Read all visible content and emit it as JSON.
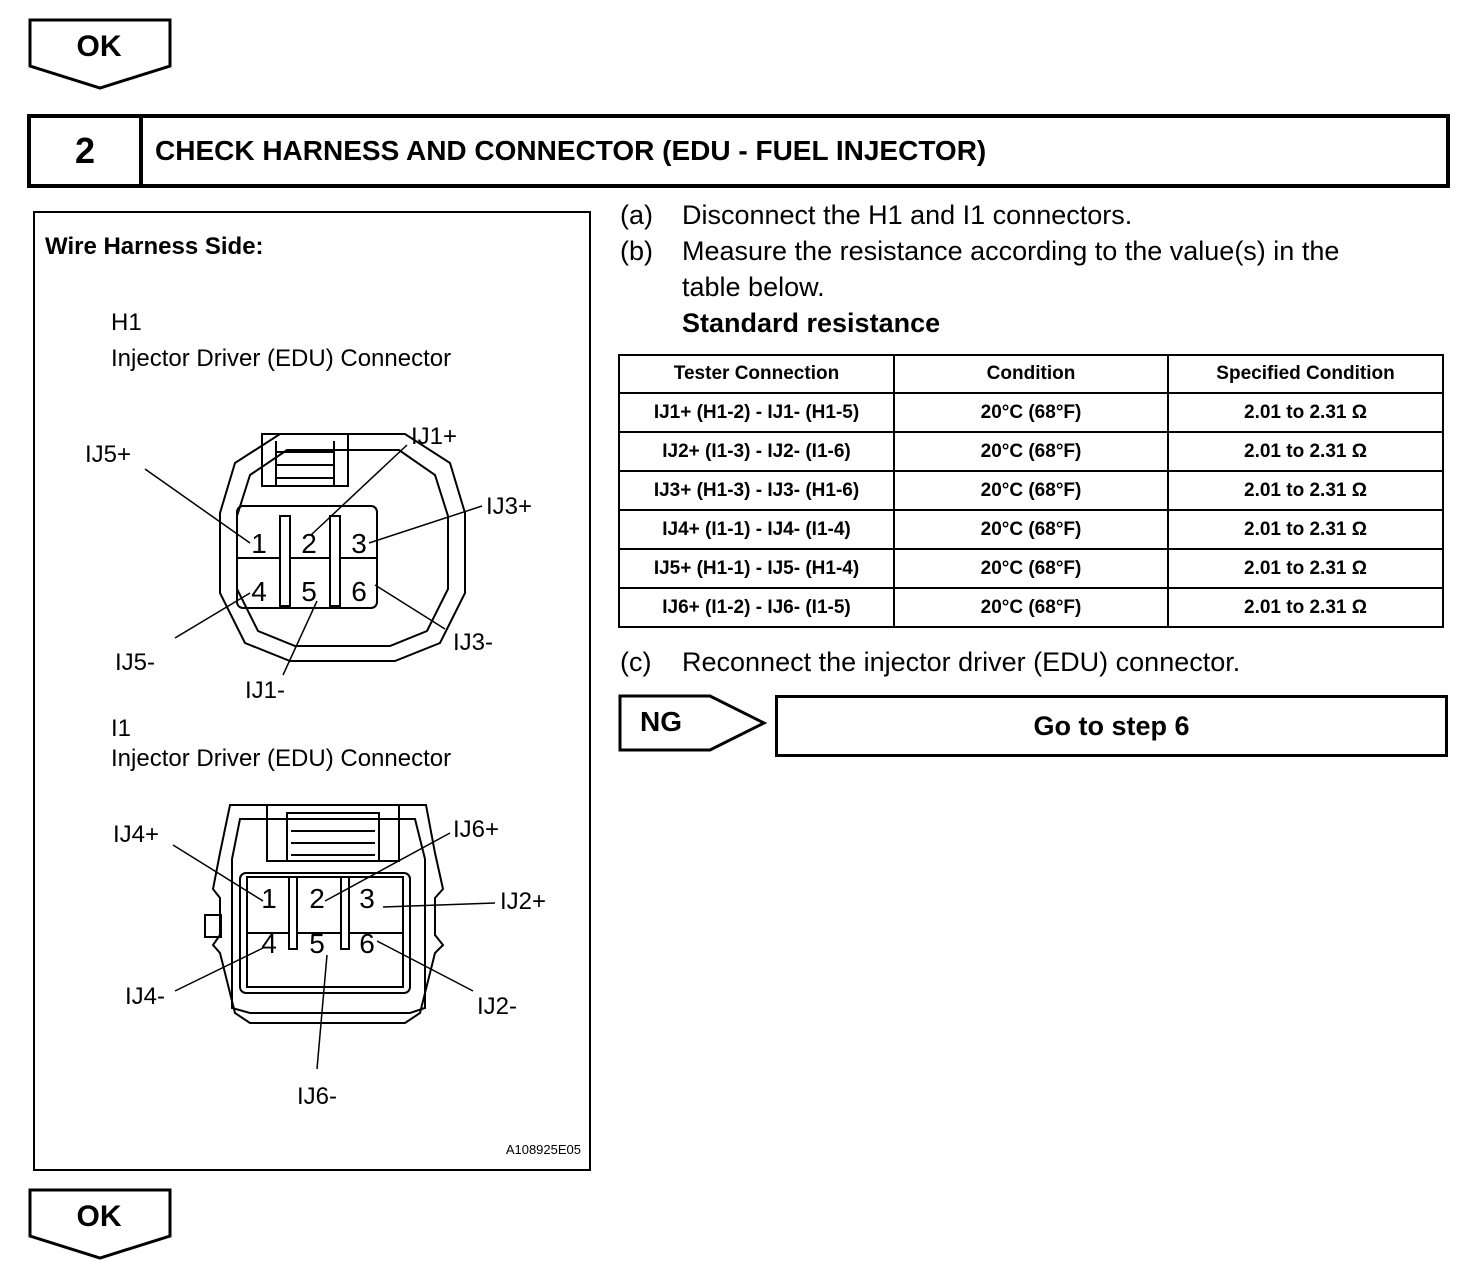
{
  "top_badge": {
    "label": "OK"
  },
  "bottom_badge": {
    "label": "OK"
  },
  "step": {
    "number": "2",
    "title": "CHECK HARNESS AND CONNECTOR (EDU - FUEL INJECTOR)"
  },
  "figure": {
    "heading": "Wire  Harness Side:",
    "connector_h1": {
      "id": "H1",
      "name": "Injector Driver (EDU) Connector",
      "pins": [
        "1",
        "2",
        "3",
        "4",
        "5",
        "6"
      ],
      "callouts": [
        "IJ5+",
        "IJ1+",
        "IJ3+",
        "IJ5-",
        "IJ1-",
        "IJ3-"
      ]
    },
    "connector_i1": {
      "id": "I1",
      "name": "Injector Driver (EDU) Connector",
      "pins": [
        "1",
        "2",
        "3",
        "4",
        "5",
        "6"
      ],
      "callouts": [
        "IJ4+",
        "IJ6+",
        "IJ2+",
        "IJ4-",
        "IJ2-",
        "IJ6-"
      ]
    },
    "code": "A108925E05"
  },
  "instructions": {
    "a": {
      "letter": "(a)",
      "text": "Disconnect the H1 and I1 connectors."
    },
    "b": {
      "letter": "(b)",
      "text_line1": "Measure the resistance according to the value(s) in the",
      "text_line2": "table below.",
      "subheading": "Standard resistance"
    },
    "c": {
      "letter": "(c)",
      "text": "Reconnect the injector driver (EDU) connector."
    }
  },
  "table": {
    "headers": [
      "Tester Connection",
      "Condition",
      "Specified Condition"
    ],
    "rows": [
      [
        "IJ1+ (H1-2) - IJ1- (H1-5)",
        "20°C (68°F)",
        "2.01 to 2.31 Ω"
      ],
      [
        "IJ2+ (I1-3) - IJ2- (I1-6)",
        "20°C (68°F)",
        "2.01 to 2.31 Ω"
      ],
      [
        "IJ3+ (H1-3) - IJ3- (H1-6)",
        "20°C (68°F)",
        "2.01 to 2.31 Ω"
      ],
      [
        "IJ4+ (I1-1) - IJ4- (I1-4)",
        "20°C (68°F)",
        "2.01 to 2.31 Ω"
      ],
      [
        "IJ5+ (H1-1) - IJ5- (H1-4)",
        "20°C (68°F)",
        "2.01 to 2.31 Ω"
      ],
      [
        "IJ6+ (I1-2) - IJ6- (I1-5)",
        "20°C (68°F)",
        "2.01 to 2.31 Ω"
      ]
    ]
  },
  "ng": {
    "label": "NG",
    "action": "Go to step 6"
  }
}
